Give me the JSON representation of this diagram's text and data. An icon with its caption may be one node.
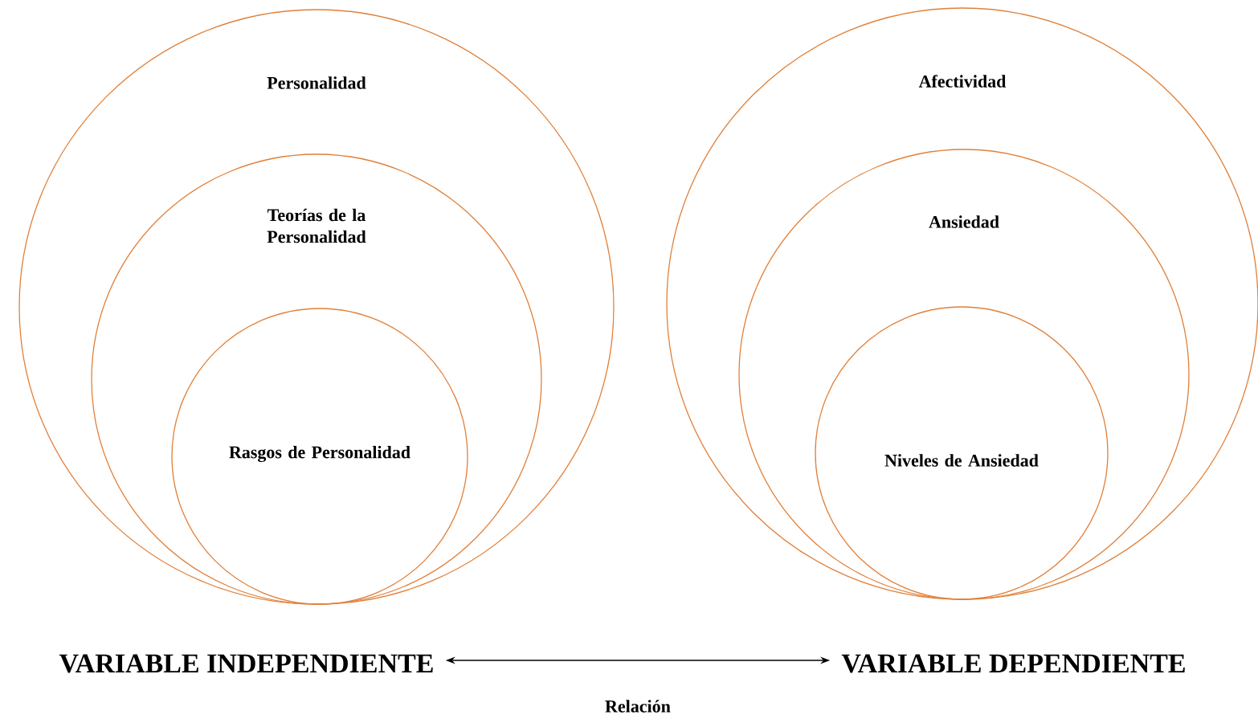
{
  "diagram": {
    "nodes": [
      {
        "text": [
          "Personalidad"
        ]
      },
      {
        "text": [
          "Teorías de la Personalidad"
        ],
        "in": 0
      },
      {
        "text": [
          "Rasgos de Personalidad"
        ],
        "in": 1
      },
      {
        "text": [
          "Afectividad"
        ]
      },
      {
        "text": [
          "Ansiedad"
        ],
        "in": 3
      },
      {
        "text": [
          "Niveles de Ansiedad"
        ],
        "in": 4
      },
      {
        "text": [
          "VARIABLE INDEPENDIENTE"
        ]
      },
      {
        "text": [
          "VARIABLE DEPENDIENTE"
        ]
      }
    ],
    "edges": [
      {
        "from": 6,
        "to": 7,
        "arrow": "both",
        "label": "Relación"
      }
    ]
  }
}
